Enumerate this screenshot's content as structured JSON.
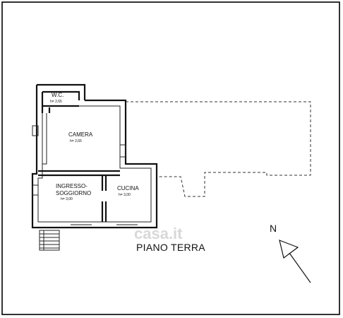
{
  "rooms": {
    "wc": {
      "name": "W.C.",
      "height": "h= 2,65"
    },
    "camera": {
      "name": "CAMERA",
      "height": "h= 2,65"
    },
    "ingresso": {
      "name_line1": "INGRESSO-",
      "name_line2": "SOGGIORNO",
      "height": "h= 3,00"
    },
    "cucina": {
      "name": "CUCINA",
      "height": "h= 3,00"
    }
  },
  "plan_title": "PIANO TERRA",
  "north_label": "N",
  "watermark": "casa.it"
}
